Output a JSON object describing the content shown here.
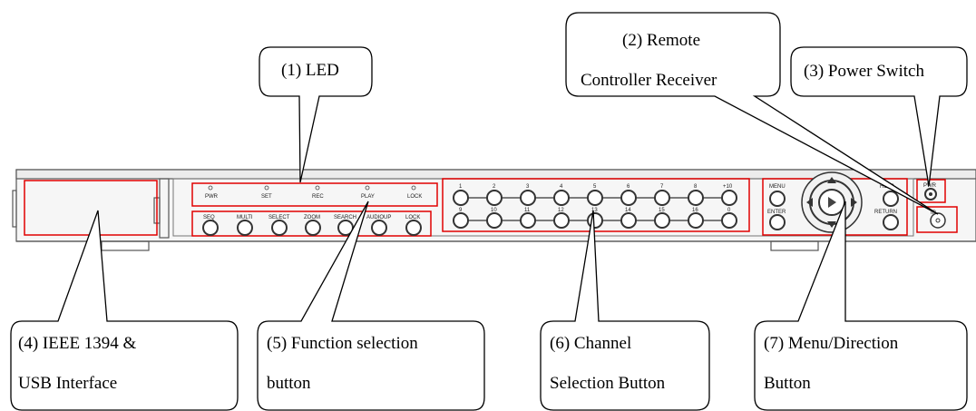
{
  "callouts": {
    "led": "(1) LED",
    "remote_line1": "(2) Remote",
    "remote_line2": "Controller Receiver",
    "power": "(3) Power Switch",
    "ieee_line1": "(4)  IEEE  1394  &",
    "ieee_line2": "USB Interface",
    "function_line1": "(5)  Function  selection",
    "function_line2": "button",
    "channel_line1": "(6) Channel",
    "channel_line2": "Selection Button",
    "menu_line1": "(7)     Menu/Direction",
    "menu_line2": "Button"
  },
  "panel": {
    "led_labels": [
      "PWR",
      "SET",
      "REC",
      "PLAY",
      "LOCK"
    ],
    "function_labels": [
      "SEQ",
      "MULTI",
      "SELECT",
      "ZOOM",
      "SEARCH",
      "AUDIOUP",
      "LOCK"
    ],
    "channel_top_labels": [
      "1",
      "2",
      "3",
      "4",
      "5",
      "6",
      "7",
      "8",
      "+10"
    ],
    "channel_bottom_labels": [
      "9",
      "10",
      "11",
      "12",
      "13",
      "14",
      "15",
      "16",
      "0"
    ],
    "menu_labels": {
      "menu": "MENU",
      "enter": "ENTER",
      "help": "HELP",
      "return": "RETURN",
      "pwr": "PWR",
      "ir": "IR"
    }
  },
  "colors": {
    "highlight": "#e00000",
    "outline": "#000000",
    "device": "#555555"
  }
}
